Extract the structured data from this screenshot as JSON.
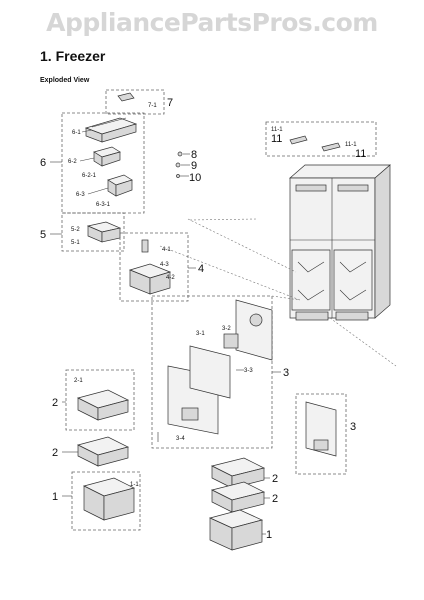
{
  "watermark": "AppliancePartsPros.com",
  "title": "1.  Freezer",
  "subtitle": "Exploded View",
  "callouts": {
    "c1": "1",
    "c1_1": "1-1",
    "c1b": "1",
    "c2a": "2",
    "c2_1": "2-1",
    "c2b": "2",
    "c2c": "2",
    "c2d": "2",
    "c3": "3",
    "c3_1": "3-1",
    "c3_2": "3-2",
    "c3_3": "3-3",
    "c3_4": "3-4",
    "c3b": "3",
    "c4": "4",
    "c4_1": "4-1",
    "c4_2": "4-2",
    "c4_3": "4-3",
    "c5": "5",
    "c5_1": "5-1",
    "c5_2": "5-2",
    "c6": "6",
    "c6_1": "6-1",
    "c6_2": "6-2",
    "c6_2_1": "6-2-1",
    "c6_3": "6-3",
    "c6_3_1": "6-3-1",
    "c7": "7",
    "c7_1": "7-1",
    "c8": "8",
    "c9": "9",
    "c10": "10",
    "c11a": "11",
    "c11_1a": "11-1",
    "c11b": "11",
    "c11_1b": "11-1"
  }
}
